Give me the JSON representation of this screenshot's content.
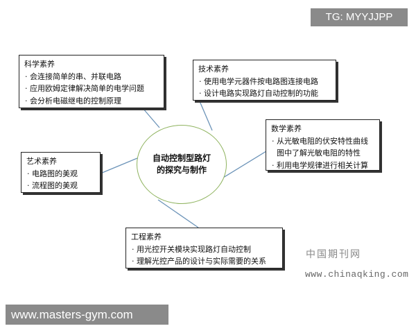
{
  "watermarks": {
    "tg": "TG: MYYJJPP",
    "masters": "www.masters-gym.com",
    "chinaqking_cn": "中国期刊网",
    "chinaqking_url": "www.chinaqking.com"
  },
  "center": {
    "label": "自动控制型路灯的探究与制作"
  },
  "nodes": {
    "science": {
      "title": "科学素养",
      "items": [
        "会连接简单的串、并联电路",
        "应用欧姆定律解决简单的电学问题",
        "会分析电磁继电的控制原理"
      ]
    },
    "technology": {
      "title": "技术素养",
      "items": [
        "使用电学元器件按电路图连接电路",
        "设计电路实现路灯自动控制的功能"
      ]
    },
    "math": {
      "title": "数学素养",
      "items": [
        "从光敏电阻的伏安特性曲线图中了解光敏电阻的特性",
        "利用电学规律进行相关计算"
      ]
    },
    "art": {
      "title": "艺术素养",
      "items": [
        "电路图的美观",
        "流程图的美观"
      ]
    },
    "engineering": {
      "title": "工程素养",
      "items": [
        "用光控开关模块实现路灯自动控制",
        "理解光控产品的设计与实际需要的关系"
      ]
    }
  },
  "colors": {
    "connector": "#6b93b8",
    "circle": "#8fb35f",
    "watermark_bg": "#8a8a8a"
  }
}
